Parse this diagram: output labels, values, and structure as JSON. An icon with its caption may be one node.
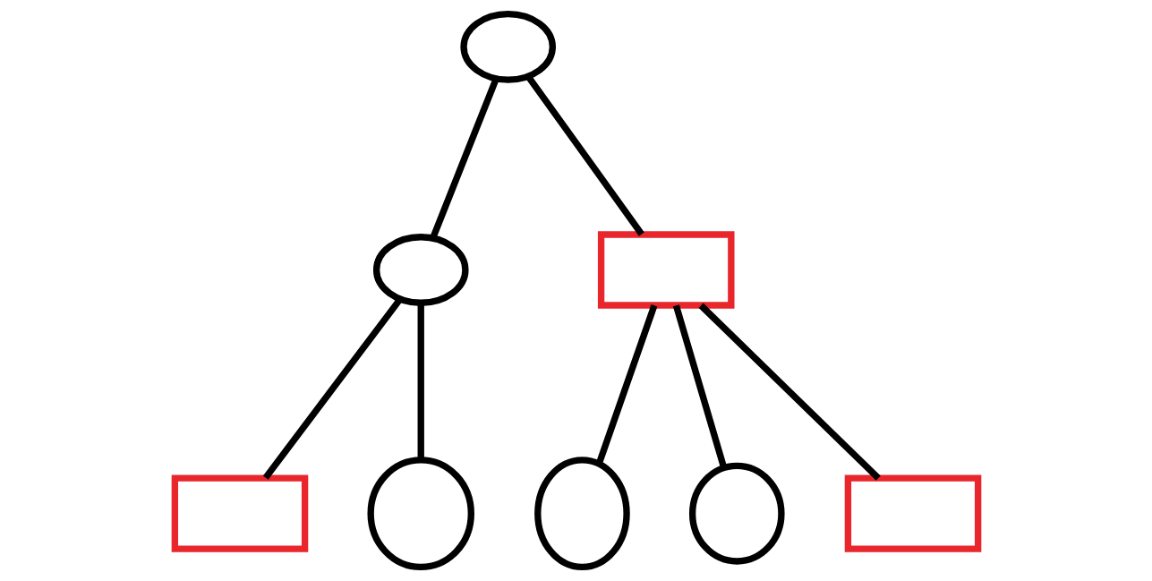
{
  "diagram": {
    "nodes": [
      {
        "text": [],
        "shape": "circle"
      },
      {
        "text": [],
        "shape": "circle"
      },
      {
        "text": [],
        "shape": "box"
      },
      {
        "text": [],
        "shape": "box"
      },
      {
        "text": [],
        "shape": "circle"
      },
      {
        "text": [],
        "shape": "circle"
      },
      {
        "text": [],
        "shape": "circle"
      },
      {
        "text": [],
        "shape": "box"
      }
    ],
    "edges": [
      {
        "from": 0,
        "to": 1,
        "arrow": "none"
      },
      {
        "from": 0,
        "to": 2,
        "arrow": "none"
      },
      {
        "from": 1,
        "to": 3,
        "arrow": "none"
      },
      {
        "from": 1,
        "to": 4,
        "arrow": "none"
      },
      {
        "from": 2,
        "to": 5,
        "arrow": "none"
      },
      {
        "from": 2,
        "to": 6,
        "arrow": "none"
      },
      {
        "from": 2,
        "to": 7,
        "arrow": "none"
      }
    ]
  }
}
